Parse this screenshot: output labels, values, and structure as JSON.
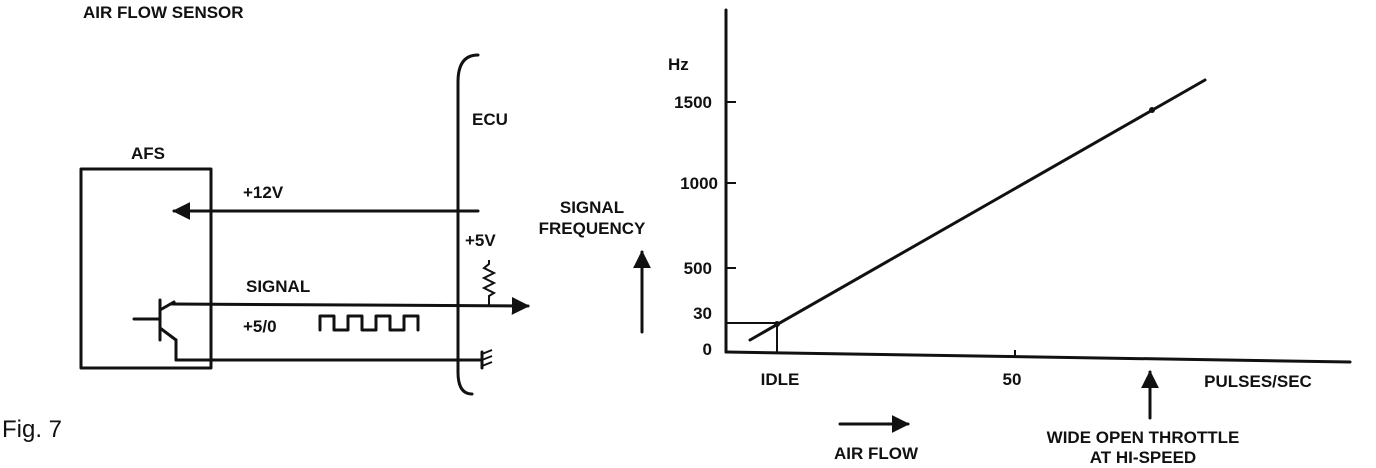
{
  "title": "AIR FLOW SENSOR",
  "figure_label": "Fig. 7",
  "circuit": {
    "afs_label": "AFS",
    "ecu_label": "ECU",
    "supply_12v": "+12V",
    "supply_5v": "+5V",
    "signal_label": "SIGNAL",
    "signal_levels": "+5/0"
  },
  "graph": {
    "y_axis_title_line1": "SIGNAL",
    "y_axis_title_line2": "FREQUENCY",
    "y_unit": "Hz",
    "x_unit": "PULSES/SEC",
    "x_direction_label": "AIR FLOW",
    "wot_label_line1": "WIDE OPEN THROTTLE",
    "wot_label_line2": "AT HI-SPEED",
    "colors": {
      "ink": "#111111",
      "background": "#ffffff"
    }
  },
  "chart_data": {
    "type": "line",
    "y_ticks": [
      "1500",
      "1000",
      "500",
      "30",
      "0"
    ],
    "x_ticks": [
      "IDLE",
      "50"
    ],
    "series": [
      {
        "x": [
          "IDLE",
          "WIDE OPEN THROTTLE AT HI-SPEED"
        ],
        "y": [
          30,
          1500
        ]
      }
    ]
  }
}
